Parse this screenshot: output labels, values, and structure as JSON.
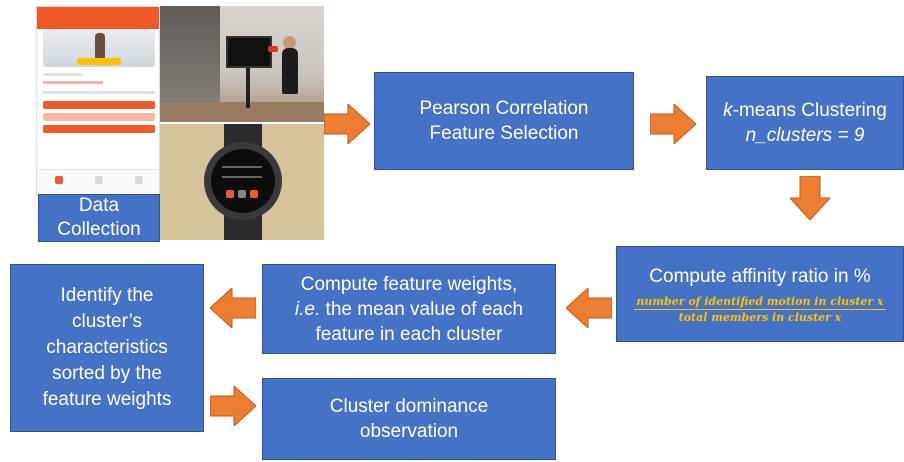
{
  "nodes": {
    "data_collection": {
      "line1": "Data",
      "line2": "Collection"
    },
    "pearson": {
      "line1": "Pearson Correlation",
      "line2": "Feature Selection"
    },
    "kmeans": {
      "line1_italic": "k",
      "line1_rest": "-means Clustering",
      "line2": "n_clusters = 9"
    },
    "affinity": {
      "title": "Compute affinity ratio in %",
      "numerator": "number of identified motion in cluster x",
      "denominator": "total members in cluster x"
    },
    "weights": {
      "line1": "Compute feature weights,",
      "line2_italic": "i.e.",
      "line2_rest": " the mean value of each",
      "line3": "feature in each cluster"
    },
    "identify": {
      "line1": "Identify the",
      "line2": "cluster’s",
      "line3": "characteristics",
      "line4": "sorted by the",
      "line5": "feature weights"
    },
    "dominance": {
      "line1": "Cluster dominance",
      "line2": "observation"
    }
  },
  "colors": {
    "box_fill": "#4472c4",
    "box_border": "#2f528f",
    "arrow_fill": "#ed7d31",
    "formula_text": "#ffc000"
  }
}
